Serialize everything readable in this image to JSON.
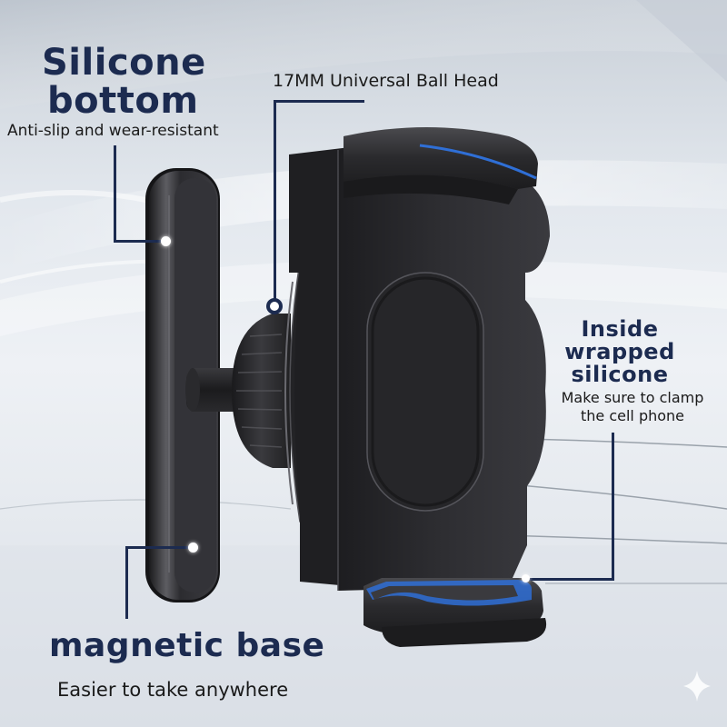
{
  "annotations": {
    "silicone_bottom": {
      "title_line1": "Silicone",
      "title_line2": "bottom",
      "subtitle": "Anti-slip and wear-resistant"
    },
    "ball_head": {
      "title": "17MM Universal Ball Head"
    },
    "inside_wrapped": {
      "title_line1": "Inside wrapped",
      "title_line2": "silicone",
      "subtitle_line1": "Make sure to clamp",
      "subtitle_line2": "the cell phone"
    },
    "magnetic_base": {
      "title": "magnetic base",
      "subtitle": "Easier to take anywhere"
    }
  },
  "colors": {
    "title_navy": "#1c2b50",
    "subtitle_black": "#1a1a1a",
    "product_black": "#2a2a2c",
    "silicone_blue": "#2f6fd6",
    "background": "#e6eaef"
  },
  "icons": {
    "corner_mark": "sparkle-icon"
  }
}
